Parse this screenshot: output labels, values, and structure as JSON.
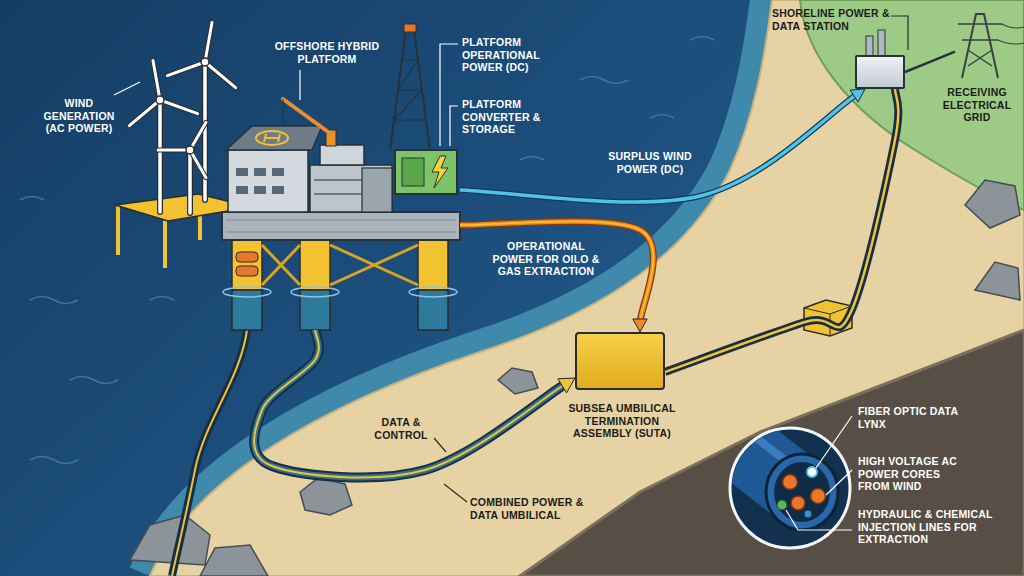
{
  "diagram": {
    "nodes": [
      {
        "text": [
          "WIND GENERATION (AC POWER)"
        ]
      },
      {
        "text": [
          "OFFSHORE HYBRID PLATFORM"
        ]
      },
      {
        "text": [
          "SHORELINE POWER & DATA STATION"
        ]
      },
      {
        "text": [
          "RECEIVING ELECTRICAL GRID"
        ]
      },
      {
        "text": [
          "SUBSEA UMBILICAL TERMINATION ASSEMBLY (SUTA)"
        ]
      }
    ],
    "edges": [
      {
        "from": 1,
        "to": 2,
        "arrow": "to",
        "label": "SURPLUS WIND POWER (DC)"
      },
      {
        "from": 1,
        "to": 4,
        "arrow": "to",
        "label": "OPERATIONAL POWER FOR OILO & GAS EXTRACTION"
      },
      {
        "from": 1,
        "to": 4,
        "arrow": "to"
      },
      {
        "from": 4,
        "to": 2,
        "arrow": "none"
      },
      {
        "from": 2,
        "to": 3,
        "arrow": "none"
      }
    ],
    "labels": [
      "PLATFORM OPERATIONAL POWER (DC)",
      "PLATFORM CONVERTER & STORAGE",
      "DATA & CONTROL",
      "COMBINED POWER & DATA UMBILICAL",
      "FIBER OPTIC DATA LYNX",
      "HIGH VOLTAGE AC POWER CORES FROM WIND",
      "HYDRAULIC & CHEMICAL INJECTION LINES FOR EXTRACTION"
    ]
  }
}
